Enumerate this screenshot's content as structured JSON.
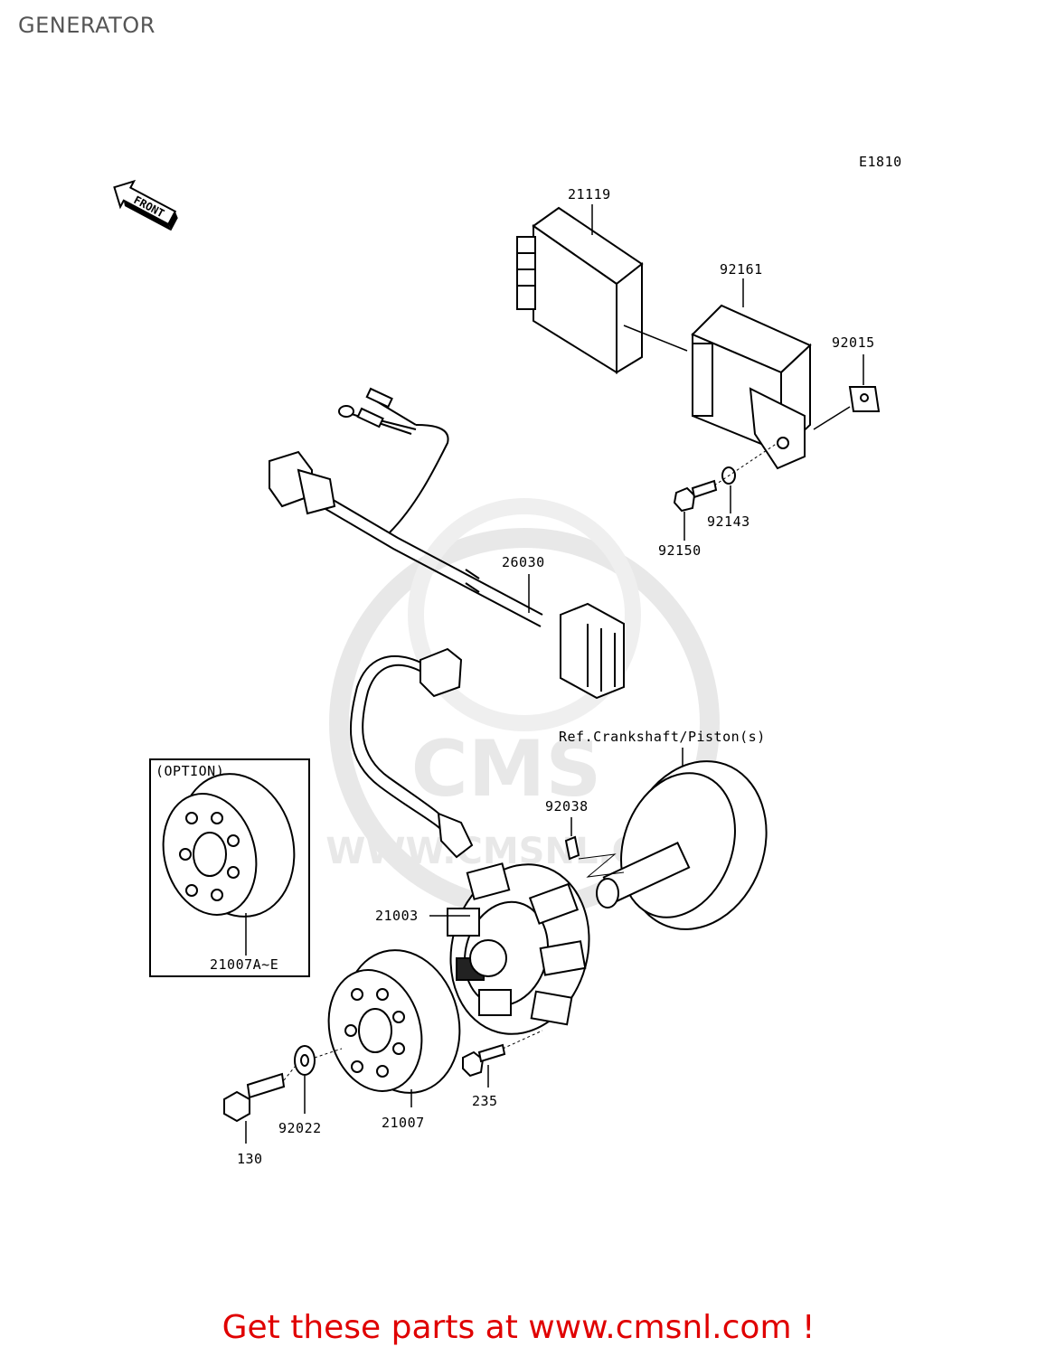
{
  "title": "GENERATOR",
  "diagram_code": "E1810",
  "front_label": "FRONT",
  "option_label": "(OPTION)",
  "reference_note": "Ref.Crankshaft/Piston(s)",
  "watermark": "CMS WWW.CMSNL.COM",
  "parts": {
    "p21119": "21119",
    "p92161": "92161",
    "p92015": "92015",
    "p92143": "92143",
    "p92150": "92150",
    "p26030": "26030",
    "p92038": "92038",
    "p21003": "21003",
    "p21007AE": "21007A~E",
    "p21007": "21007",
    "p92022": "92022",
    "p235": "235",
    "p130": "130"
  },
  "footer_text": "Get these parts at www.cmsnl.com !",
  "colors": {
    "footer": "#e00000",
    "title": "#555555",
    "watermark": "#e6e6e6"
  }
}
